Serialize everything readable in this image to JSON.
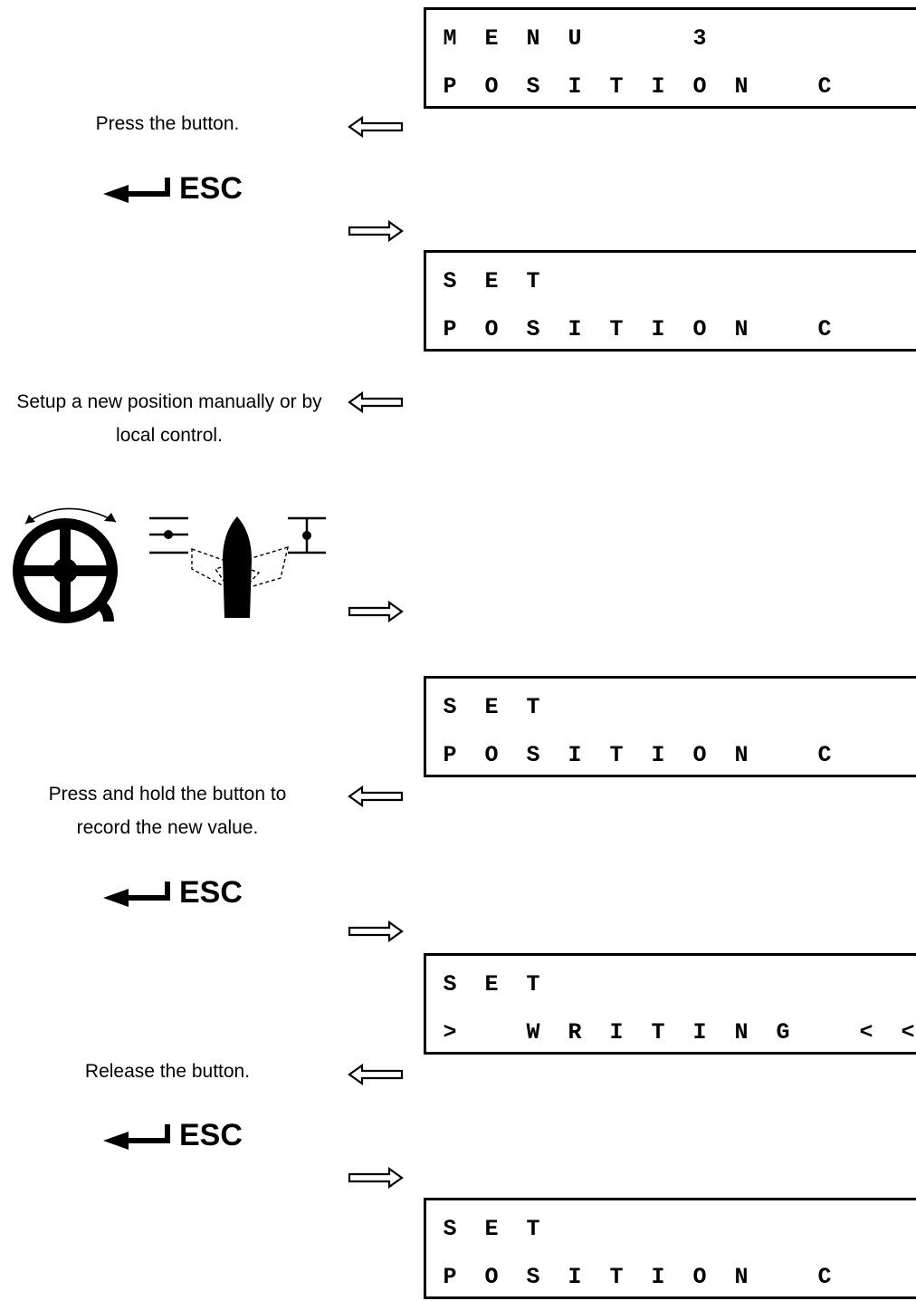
{
  "displays": [
    {
      "line1": [
        "M",
        "E",
        "N",
        "U",
        "",
        "",
        "3",
        "",
        "",
        "",
        "",
        ""
      ],
      "line2": [
        "P",
        "O",
        "S",
        "I",
        "T",
        "I",
        "O",
        "N",
        "",
        "C",
        "",
        ""
      ]
    },
    {
      "line1": [
        "S",
        "E",
        "T",
        "",
        "",
        "",
        "",
        "",
        "",
        "",
        "",
        ""
      ],
      "line2": [
        "P",
        "O",
        "S",
        "I",
        "T",
        "I",
        "O",
        "N",
        "",
        "C",
        "",
        ""
      ]
    },
    {
      "line1": [
        "S",
        "E",
        "T",
        "",
        "",
        "",
        "",
        "",
        "",
        "",
        "",
        ""
      ],
      "line2": [
        "P",
        "O",
        "S",
        "I",
        "T",
        "I",
        "O",
        "N",
        "",
        "C",
        "",
        ""
      ]
    },
    {
      "line1": [
        "S",
        "E",
        "T",
        "",
        "",
        "",
        "",
        "",
        "",
        "",
        "",
        ""
      ],
      "line2": [
        ">",
        "",
        "W",
        "R",
        "I",
        "T",
        "I",
        "N",
        "G",
        "",
        "<",
        "<"
      ]
    },
    {
      "line1": [
        "S",
        "E",
        "T",
        "",
        "",
        "",
        "",
        "",
        "",
        "",
        "",
        ""
      ],
      "line2": [
        "P",
        "O",
        "S",
        "I",
        "T",
        "I",
        "O",
        "N",
        "",
        "C",
        "",
        ""
      ]
    }
  ],
  "steps": [
    {
      "text": "Press the button."
    },
    {
      "text": "Setup a new position manually or by local control."
    },
    {
      "text": "Press and hold the button to record the new value."
    },
    {
      "text": "Release the button."
    }
  ],
  "esc_label": "ESC",
  "icons": {
    "arrow_left": "arrow-left-icon",
    "arrow_right": "arrow-right-icon",
    "enter": "enter-arrow-icon",
    "handwheel": "handwheel-icon",
    "selector": "local-control-selector-icon"
  }
}
